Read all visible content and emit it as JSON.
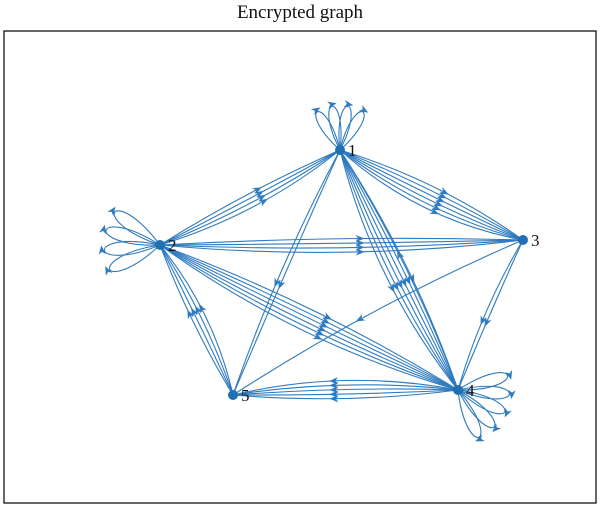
{
  "title": "Encrypted graph",
  "colors": {
    "edge": "#2f7bbf",
    "node": "#1f6fb2",
    "frame": "#000000",
    "label": "#111111"
  },
  "nodes": [
    {
      "id": "1",
      "label": "1"
    },
    {
      "id": "2",
      "label": "2"
    },
    {
      "id": "3",
      "label": "3"
    },
    {
      "id": "4",
      "label": "4"
    },
    {
      "id": "5",
      "label": "5"
    }
  ],
  "edges": [
    {
      "from": "1",
      "to": "3",
      "count": 6
    },
    {
      "from": "2",
      "to": "1",
      "count": 4
    },
    {
      "from": "1",
      "to": "4",
      "count": 6
    },
    {
      "from": "1",
      "to": "5",
      "count": 2
    },
    {
      "from": "2",
      "to": "3",
      "count": 4
    },
    {
      "from": "2",
      "to": "4",
      "count": 6
    },
    {
      "from": "5",
      "to": "2",
      "count": 4
    },
    {
      "from": "3",
      "to": "4",
      "count": 2
    },
    {
      "from": "3",
      "to": "5",
      "count": 1
    },
    {
      "from": "4",
      "to": "5",
      "count": 5
    },
    {
      "from": "4",
      "to": "1",
      "count": 1
    }
  ],
  "self_loops": [
    {
      "node": "1",
      "count": 4
    },
    {
      "node": "2",
      "count": 4
    },
    {
      "node": "4",
      "count": 5
    }
  ]
}
